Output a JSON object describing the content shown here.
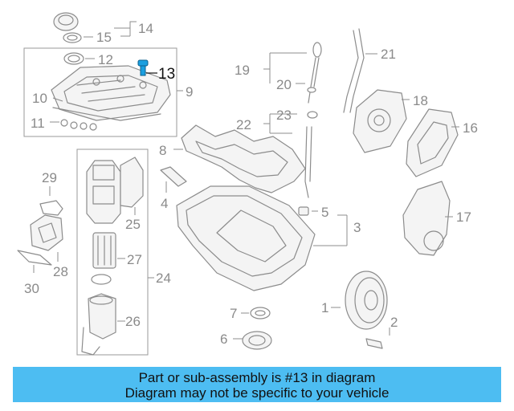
{
  "callouts": {
    "c1": "1",
    "c2": "2",
    "c3": "3",
    "c4": "4",
    "c5": "5",
    "c6": "6",
    "c7": "7",
    "c8": "8",
    "c9": "9",
    "c10": "10",
    "c11": "11",
    "c12": "12",
    "c13": "13",
    "c14": "14",
    "c15": "15",
    "c16": "16",
    "c17": "17",
    "c18": "18",
    "c19": "19",
    "c20": "20",
    "c21": "21",
    "c22": "22",
    "c23": "23",
    "c24": "24",
    "c25": "25",
    "c26": "26",
    "c27": "27",
    "c28": "28",
    "c29": "29",
    "c30": "30"
  },
  "highlight": {
    "callout": "13",
    "color": "#1a9fe0"
  },
  "banner": {
    "line1": "Part or sub-assembly is #13 in diagram",
    "line2": "Diagram may not be specific to your vehicle",
    "background": "#4dbdf2"
  }
}
